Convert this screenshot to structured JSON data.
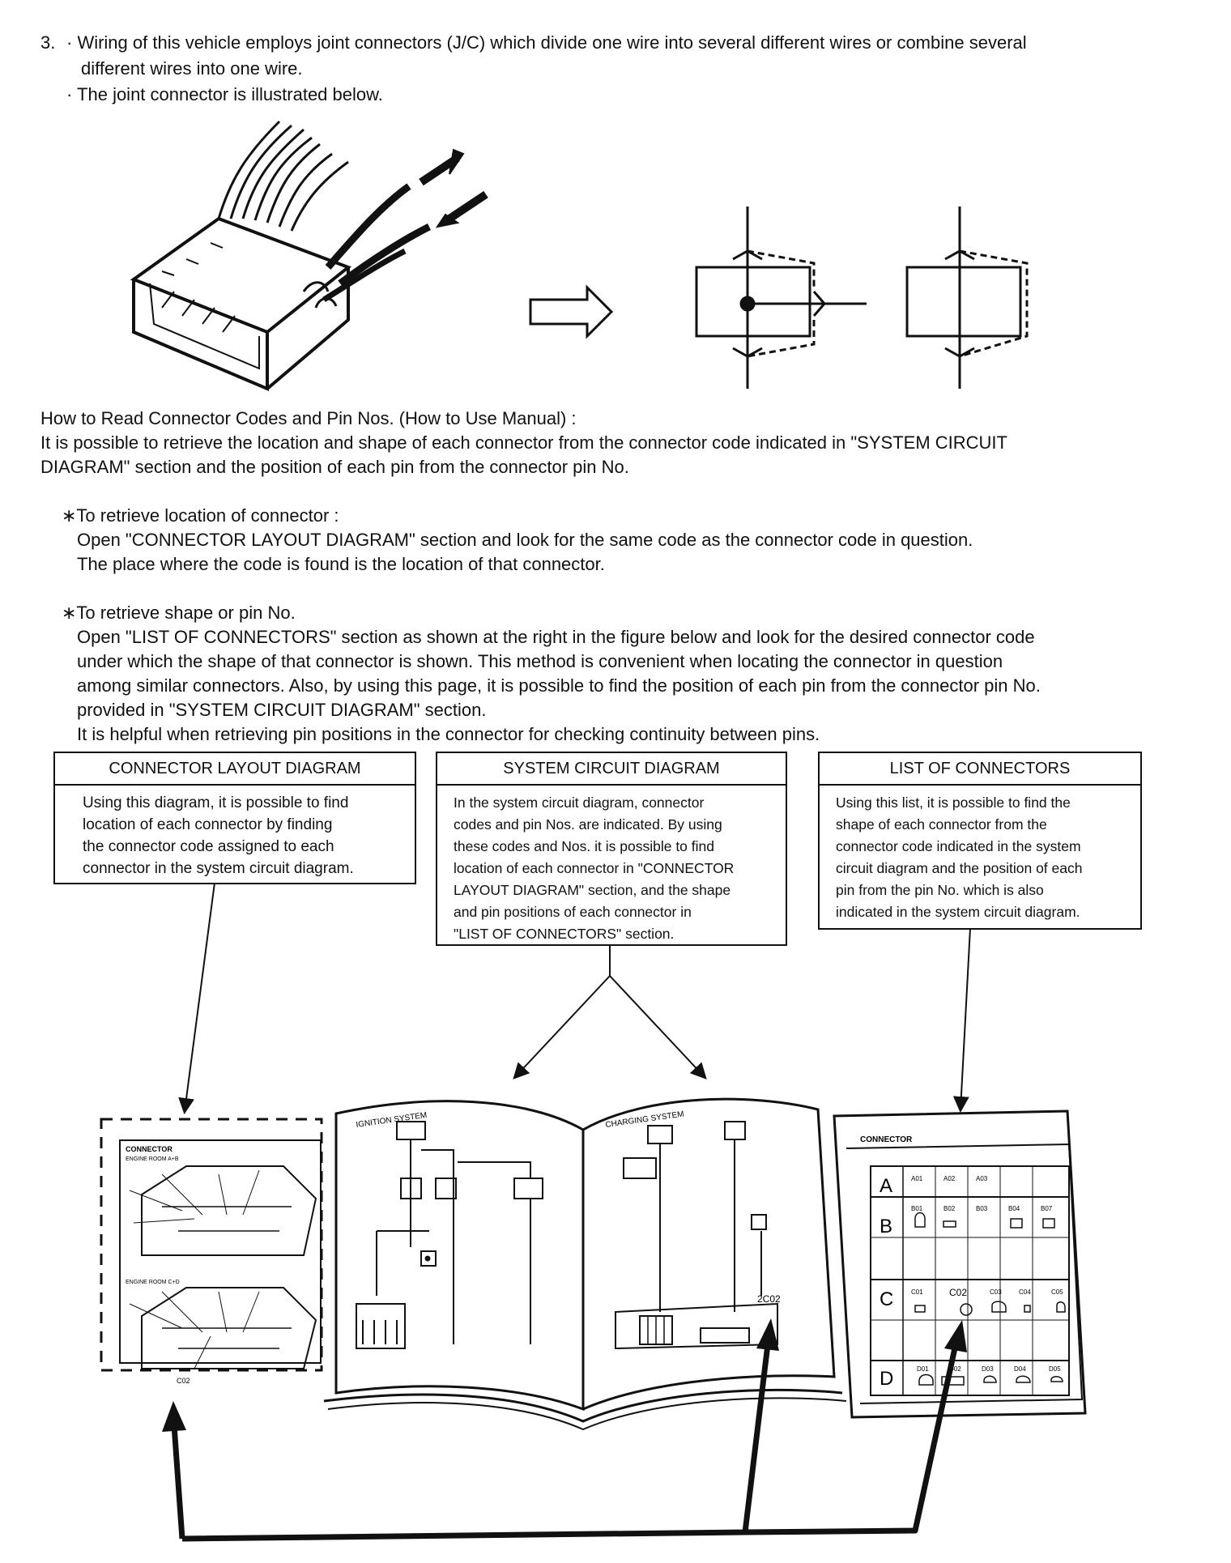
{
  "intro": {
    "number": "3.",
    "bullet1": "· Wiring of this vehicle employs joint connectors (J/C) which divide one wire into several different wires or combine several",
    "bullet1_cont": "different wires into one wire.",
    "bullet2": "· The joint connector is illustrated below."
  },
  "howto": {
    "title": "How to Read Connector Codes and Pin Nos. (How to Use Manual) :",
    "line1": "It is possible to retrieve the location and shape of each connector from the connector code indicated in \"SYSTEM CIRCUIT",
    "line2": "DIAGRAM\" section and the position of each pin from the connector pin No."
  },
  "location": {
    "heading": "∗To retrieve location of connector :",
    "line1": "Open \"CONNECTOR LAYOUT DIAGRAM\" section and look for the same code as the connector code in question.",
    "line2": "The place where the code is found is the location of that connector."
  },
  "shape": {
    "heading": "∗To retrieve shape or pin No.",
    "line1": "Open \"LIST OF CONNECTORS\" section as shown at the right in the figure below and look for the desired connector code",
    "line2": "under which the shape of that connector is shown. This method is convenient when locating the connector in question",
    "line3": "among similar connectors. Also, by using this page, it is possible to find the position of each pin from the connector pin No.",
    "line4": "provided in \"SYSTEM CIRCUIT DIAGRAM\" section.",
    "line5": "It is helpful when retrieving pin positions in the connector for checking continuity between pins."
  },
  "boxes": {
    "layout": {
      "title": "CONNECTOR LAYOUT DIAGRAM",
      "lines": [
        "Using this diagram, it is possible to find",
        "location of each connector by finding",
        "the connector code assigned to each",
        "connector in the system circuit diagram."
      ]
    },
    "system": {
      "title": "SYSTEM CIRCUIT DIAGRAM",
      "lines": [
        "In the system circuit diagram, connector",
        "codes and pin Nos. are indicated. By using",
        "these codes and Nos. it is possible to find",
        "location of each connector in \"CONNECTOR",
        "LAYOUT DIAGRAM\" section, and the shape",
        "and pin positions of each connector in",
        "\"LIST OF CONNECTORS\" section."
      ]
    },
    "list": {
      "title": "LIST OF CONNECTORS",
      "lines": [
        "Using this list, it is possible to find the",
        "shape of each connector from the",
        "connector code indicated in the system",
        "circuit diagram and the position of each",
        "pin from the pin No. which is also",
        "indicated in the system circuit diagram."
      ]
    }
  },
  "book": {
    "left_page_label": "IGNITION SYSTEM",
    "right_page_label": "CHARGING SYSTEM",
    "code_label": "2C02"
  },
  "layout_sheet": {
    "title": "CONNECTOR",
    "sub1": "ENGINE ROOM A+B",
    "sub2": "ENGINE ROOM C+D",
    "code": "C02"
  },
  "connector_list": {
    "title": "CONNECTOR",
    "rows": [
      "A",
      "B",
      "C",
      "D"
    ],
    "row_a_codes": [
      "A01",
      "A02",
      "A03"
    ],
    "row_b_codes": [
      "B01",
      "B02",
      "B03",
      "B04",
      "B07"
    ],
    "row_c_codes": [
      "C01",
      "C02",
      "C03",
      "C04",
      "C05"
    ],
    "row_d_codes": [
      "D01",
      "D02",
      "D03",
      "D04",
      "D05"
    ]
  }
}
